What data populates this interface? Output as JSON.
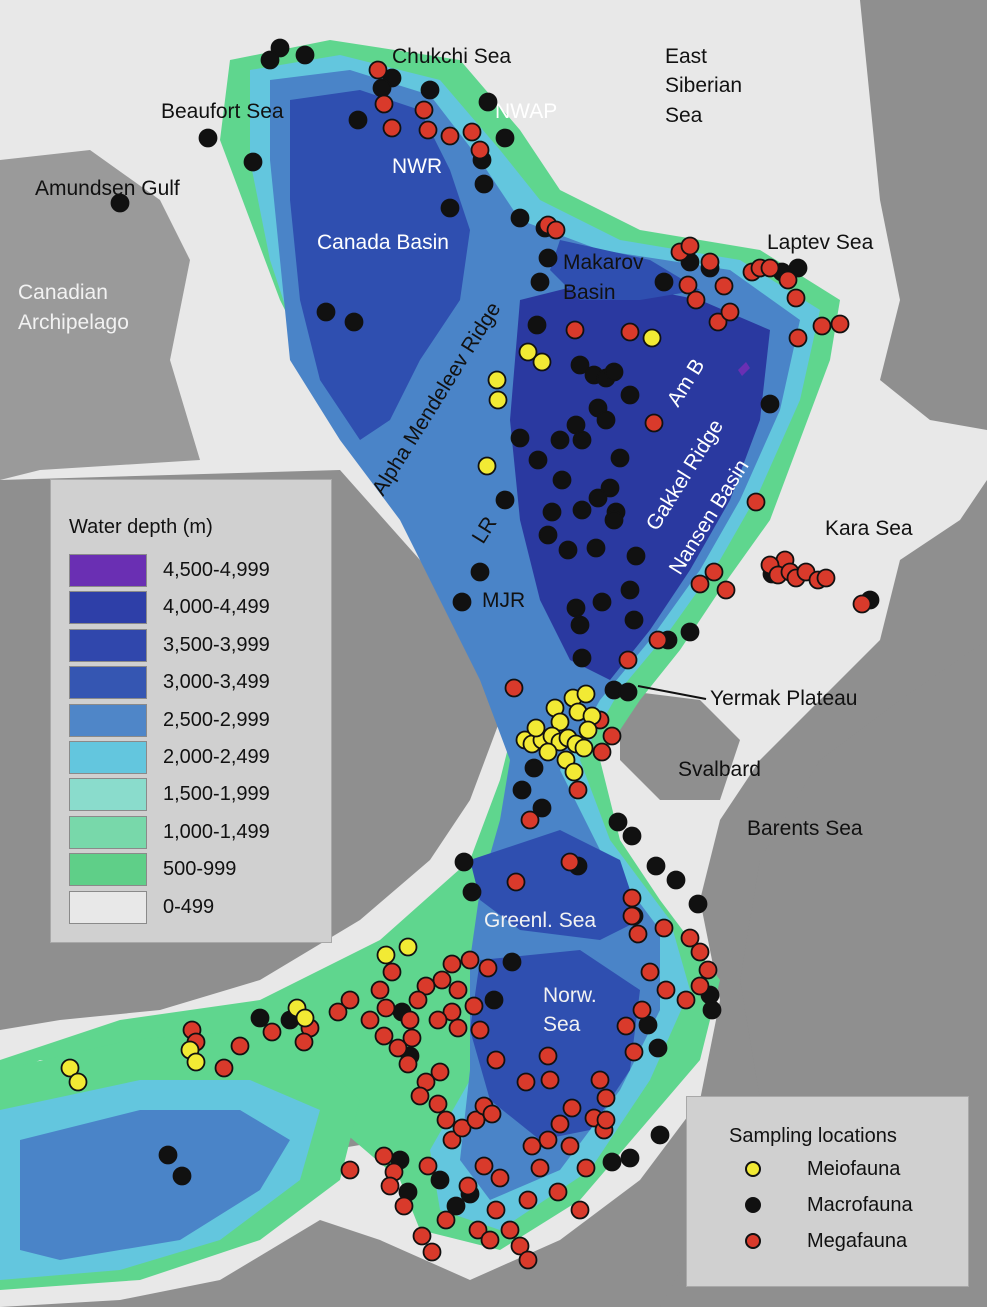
{
  "map": {
    "colors": {
      "land": "#8f8f8f",
      "shelf": "#e8e8e8",
      "green": "#5fd68e",
      "lightgreen": "#88e0b4",
      "cyan": "#63c6de",
      "mid": "#4a84c8",
      "deep": "#2f4fb0",
      "deepest": "#2a39a0",
      "abyss": "#6a2fb3"
    },
    "labels": {
      "chukchi": "Chukchi Sea",
      "east_siberian_1": "East",
      "east_siberian_2": "Siberian",
      "east_siberian_3": "Sea",
      "beaufort": "Beaufort Sea",
      "nwap": "NWAP",
      "nwr": "NWR",
      "amundsen": "Amundsen Gulf",
      "canada_basin": "Canada Basin",
      "laptev": "Laptev Sea",
      "makarov_1": "Makarov",
      "makarov_2": "Basin",
      "canadian_1": "Canadian",
      "canadian_2": "Archipelago",
      "alpha": "Alpha Mendeleev Ridge",
      "amb": "Am B",
      "gakkel": "Gakkel Ridge",
      "nansen": "Nansen Basin",
      "kara": "Kara Sea",
      "lr": "LR",
      "mjr": "MJR",
      "yermak": "Yermak Plateau",
      "svalbard": "Svalbard",
      "barents": "Barents Sea",
      "greenl": "Greenl. Sea",
      "norw_1": "Norw.",
      "norw_2": "Sea"
    },
    "samples": {
      "meiofauna": [
        [
          652,
          338
        ],
        [
          528,
          352
        ],
        [
          542,
          362
        ],
        [
          497,
          380
        ],
        [
          498,
          400
        ],
        [
          487,
          466
        ],
        [
          555,
          708
        ],
        [
          573,
          698
        ],
        [
          586,
          694
        ],
        [
          560,
          722
        ],
        [
          578,
          712
        ],
        [
          592,
          716
        ],
        [
          525,
          740
        ],
        [
          532,
          744
        ],
        [
          542,
          740
        ],
        [
          552,
          736
        ],
        [
          560,
          742
        ],
        [
          568,
          738
        ],
        [
          576,
          744
        ],
        [
          584,
          748
        ],
        [
          548,
          752
        ],
        [
          566,
          760
        ],
        [
          574,
          772
        ],
        [
          536,
          728
        ],
        [
          588,
          730
        ],
        [
          386,
          955
        ],
        [
          408,
          947
        ],
        [
          297,
          1008
        ],
        [
          305,
          1018
        ],
        [
          190,
          1050
        ],
        [
          196,
          1062
        ],
        [
          70,
          1068
        ],
        [
          78,
          1082
        ]
      ],
      "macrofauna": [
        [
          280,
          48
        ],
        [
          305,
          55
        ],
        [
          270,
          60
        ],
        [
          392,
          78
        ],
        [
          430,
          90
        ],
        [
          488,
          102
        ],
        [
          505,
          138
        ],
        [
          382,
          88
        ],
        [
          358,
          120
        ],
        [
          208,
          138
        ],
        [
          253,
          162
        ],
        [
          120,
          203
        ],
        [
          482,
          160
        ],
        [
          484,
          184
        ],
        [
          450,
          208
        ],
        [
          520,
          218
        ],
        [
          545,
          228
        ],
        [
          548,
          258
        ],
        [
          540,
          282
        ],
        [
          664,
          282
        ],
        [
          690,
          262
        ],
        [
          710,
          268
        ],
        [
          782,
          272
        ],
        [
          798,
          268
        ],
        [
          537,
          325
        ],
        [
          326,
          312
        ],
        [
          354,
          322
        ],
        [
          580,
          365
        ],
        [
          594,
          375
        ],
        [
          606,
          378
        ],
        [
          614,
          372
        ],
        [
          630,
          395
        ],
        [
          598,
          408
        ],
        [
          606,
          420
        ],
        [
          576,
          425
        ],
        [
          582,
          440
        ],
        [
          560,
          440
        ],
        [
          520,
          438
        ],
        [
          538,
          460
        ],
        [
          620,
          458
        ],
        [
          562,
          480
        ],
        [
          610,
          488
        ],
        [
          598,
          498
        ],
        [
          582,
          510
        ],
        [
          616,
          512
        ],
        [
          614,
          520
        ],
        [
          552,
          512
        ],
        [
          548,
          535
        ],
        [
          568,
          550
        ],
        [
          596,
          548
        ],
        [
          636,
          556
        ],
        [
          630,
          590
        ],
        [
          602,
          602
        ],
        [
          576,
          608
        ],
        [
          580,
          625
        ],
        [
          634,
          620
        ],
        [
          690,
          632
        ],
        [
          668,
          640
        ],
        [
          582,
          658
        ],
        [
          614,
          690
        ],
        [
          628,
          692
        ],
        [
          505,
          500
        ],
        [
          480,
          572
        ],
        [
          462,
          602
        ],
        [
          534,
          768
        ],
        [
          522,
          790
        ],
        [
          542,
          808
        ],
        [
          618,
          822
        ],
        [
          632,
          836
        ],
        [
          656,
          866
        ],
        [
          676,
          880
        ],
        [
          698,
          904
        ],
        [
          464,
          862
        ],
        [
          472,
          892
        ],
        [
          578,
          866
        ],
        [
          634,
          916
        ],
        [
          512,
          962
        ],
        [
          494,
          1000
        ],
        [
          402,
          1012
        ],
        [
          410,
          1056
        ],
        [
          290,
          1020
        ],
        [
          260,
          1018
        ],
        [
          168,
          1155
        ],
        [
          182,
          1176
        ],
        [
          400,
          1160
        ],
        [
          408,
          1192
        ],
        [
          440,
          1180
        ],
        [
          470,
          1194
        ],
        [
          456,
          1206
        ],
        [
          658,
          1048
        ],
        [
          660,
          1135
        ],
        [
          612,
          1162
        ],
        [
          630,
          1158
        ],
        [
          710,
          995
        ],
        [
          712,
          1010
        ],
        [
          770,
          404
        ],
        [
          772,
          574
        ],
        [
          870,
          600
        ],
        [
          648,
          1025
        ]
      ],
      "megafauna": [
        [
          378,
          70
        ],
        [
          424,
          110
        ],
        [
          428,
          130
        ],
        [
          450,
          136
        ],
        [
          472,
          132
        ],
        [
          480,
          150
        ],
        [
          392,
          128
        ],
        [
          384,
          104
        ],
        [
          548,
          225
        ],
        [
          556,
          230
        ],
        [
          680,
          252
        ],
        [
          690,
          246
        ],
        [
          710,
          262
        ],
        [
          688,
          285
        ],
        [
          696,
          300
        ],
        [
          718,
          322
        ],
        [
          730,
          312
        ],
        [
          724,
          286
        ],
        [
          752,
          272
        ],
        [
          760,
          268
        ],
        [
          770,
          268
        ],
        [
          788,
          280
        ],
        [
          796,
          298
        ],
        [
          822,
          326
        ],
        [
          840,
          324
        ],
        [
          798,
          338
        ],
        [
          575,
          330
        ],
        [
          630,
          332
        ],
        [
          654,
          423
        ],
        [
          756,
          502
        ],
        [
          785,
          560
        ],
        [
          770,
          565
        ],
        [
          778,
          575
        ],
        [
          790,
          572
        ],
        [
          796,
          578
        ],
        [
          806,
          572
        ],
        [
          818,
          580
        ],
        [
          826,
          578
        ],
        [
          862,
          604
        ],
        [
          714,
          572
        ],
        [
          700,
          584
        ],
        [
          726,
          590
        ],
        [
          658,
          640
        ],
        [
          628,
          660
        ],
        [
          514,
          688
        ],
        [
          600,
          720
        ],
        [
          612,
          736
        ],
        [
          602,
          752
        ],
        [
          578,
          790
        ],
        [
          530,
          820
        ],
        [
          570,
          862
        ],
        [
          516,
          882
        ],
        [
          632,
          898
        ],
        [
          632,
          916
        ],
        [
          638,
          934
        ],
        [
          664,
          928
        ],
        [
          690,
          938
        ],
        [
          700,
          952
        ],
        [
          708,
          970
        ],
        [
          700,
          986
        ],
        [
          686,
          1000
        ],
        [
          650,
          972
        ],
        [
          666,
          990
        ],
        [
          642,
          1010
        ],
        [
          626,
          1026
        ],
        [
          634,
          1052
        ],
        [
          600,
          1080
        ],
        [
          606,
          1098
        ],
        [
          594,
          1118
        ],
        [
          572,
          1108
        ],
        [
          548,
          1056
        ],
        [
          550,
          1080
        ],
        [
          570,
          1146
        ],
        [
          586,
          1168
        ],
        [
          604,
          1130
        ],
        [
          606,
          1120
        ],
        [
          560,
          1124
        ],
        [
          548,
          1140
        ],
        [
          532,
          1146
        ],
        [
          540,
          1168
        ],
        [
          558,
          1192
        ],
        [
          580,
          1210
        ],
        [
          528,
          1200
        ],
        [
          500,
          1178
        ],
        [
          496,
          1210
        ],
        [
          520,
          1246
        ],
        [
          528,
          1260
        ],
        [
          422,
          1236
        ],
        [
          432,
          1252
        ],
        [
          446,
          1220
        ],
        [
          478,
          1230
        ],
        [
          490,
          1240
        ],
        [
          510,
          1230
        ],
        [
          452,
          964
        ],
        [
          470,
          960
        ],
        [
          488,
          968
        ],
        [
          442,
          980
        ],
        [
          458,
          990
        ],
        [
          474,
          1006
        ],
        [
          452,
          1012
        ],
        [
          438,
          1020
        ],
        [
          480,
          1030
        ],
        [
          426,
          986
        ],
        [
          418,
          1000
        ],
        [
          410,
          1020
        ],
        [
          412,
          1038
        ],
        [
          408,
          1064
        ],
        [
          426,
          1082
        ],
        [
          440,
          1072
        ],
        [
          438,
          1104
        ],
        [
          446,
          1120
        ],
        [
          452,
          1140
        ],
        [
          462,
          1128
        ],
        [
          476,
          1120
        ],
        [
          484,
          1106
        ],
        [
          492,
          1114
        ],
        [
          458,
          1028
        ],
        [
          392,
          972
        ],
        [
          380,
          990
        ],
        [
          386,
          1008
        ],
        [
          370,
          1020
        ],
        [
          384,
          1036
        ],
        [
          398,
          1048
        ],
        [
          420,
          1096
        ],
        [
          350,
          1000
        ],
        [
          338,
          1012
        ],
        [
          310,
          1028
        ],
        [
          304,
          1042
        ],
        [
          272,
          1032
        ],
        [
          240,
          1046
        ],
        [
          224,
          1068
        ],
        [
          192,
          1030
        ],
        [
          196,
          1042
        ],
        [
          350,
          1170
        ],
        [
          384,
          1156
        ],
        [
          394,
          1172
        ],
        [
          390,
          1186
        ],
        [
          404,
          1206
        ],
        [
          428,
          1166
        ],
        [
          468,
          1186
        ],
        [
          484,
          1166
        ],
        [
          526,
          1082
        ],
        [
          496,
          1060
        ]
      ]
    }
  },
  "depth_legend": {
    "title": "Water depth (m)",
    "items": [
      {
        "label": "4,500-4,999",
        "color": "#6a2fb3"
      },
      {
        "label": "4,000-4,499",
        "color": "#2e3fa8"
      },
      {
        "label": "3,500-3,999",
        "color": "#3047ac"
      },
      {
        "label": "3,000-3,499",
        "color": "#3556b2"
      },
      {
        "label": "2,500-2,999",
        "color": "#4f86c8"
      },
      {
        "label": "2,000-2,499",
        "color": "#63c6de"
      },
      {
        "label": "1,500-1,999",
        "color": "#8adccc"
      },
      {
        "label": "1,000-1,499",
        "color": "#78d8aa"
      },
      {
        "label": "500-999",
        "color": "#5fcf88"
      },
      {
        "label": "0-499",
        "color": "#e8e8e8"
      }
    ]
  },
  "sample_legend": {
    "title": "Sampling locations",
    "items": [
      {
        "label": "Meiofauna",
        "color": "#f2ea34"
      },
      {
        "label": "Macrofauna",
        "color": "#111111"
      },
      {
        "label": "Megafauna",
        "color": "#d93a2b"
      }
    ]
  }
}
